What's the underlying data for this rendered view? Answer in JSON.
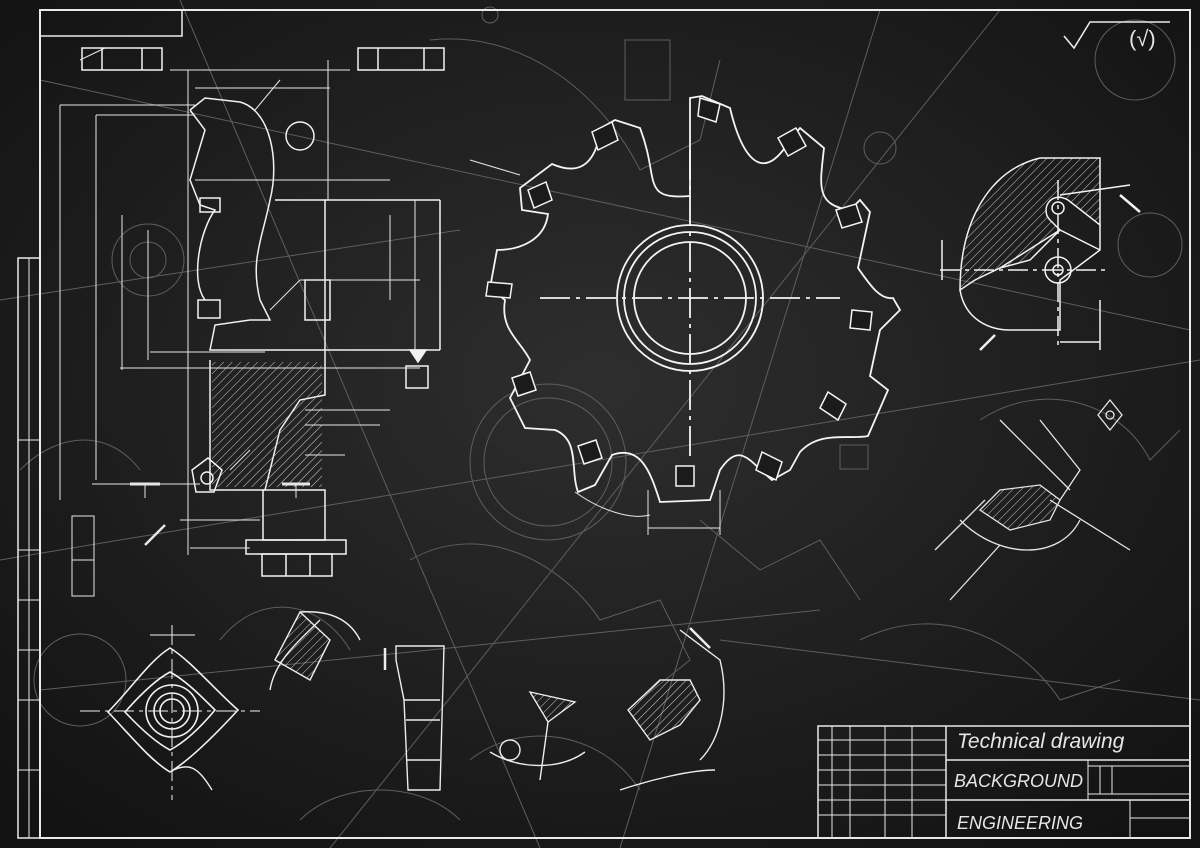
{
  "title_block": {
    "title": "Technical drawing",
    "line1": "BACKGROUND",
    "line2": "ENGINEERING"
  },
  "roughness_symbol": "(√)",
  "colors": {
    "background": "#1b1b1b",
    "line_primary": "#f2f2f2",
    "line_faint": "#6a6a6a"
  }
}
